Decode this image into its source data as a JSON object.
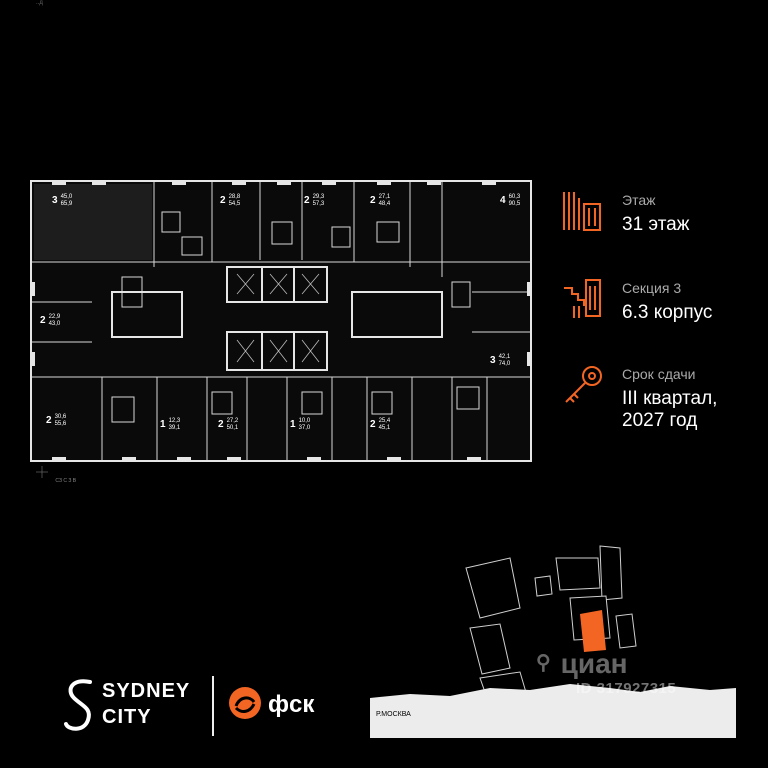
{
  "top_fragment": "..д",
  "plan": {
    "apartments": [
      {
        "rooms": "3",
        "living": "45,0",
        "total": "65,9"
      },
      {
        "rooms": "2",
        "living": "28,8",
        "total": "54,5"
      },
      {
        "rooms": "2",
        "living": "29,3",
        "total": "57,3"
      },
      {
        "rooms": "2",
        "living": "27,1",
        "total": "48,4"
      },
      {
        "rooms": "4",
        "living": "60,3",
        "total": "90,5"
      },
      {
        "rooms": "2",
        "living": "22,9",
        "total": "43,0"
      },
      {
        "rooms": "3",
        "living": "42,1",
        "total": "74,0"
      },
      {
        "rooms": "2",
        "living": "30,6",
        "total": "55,6"
      },
      {
        "rooms": "1",
        "living": "12,3",
        "total": "39,1"
      },
      {
        "rooms": "2",
        "living": "27,2",
        "total": "50,1"
      },
      {
        "rooms": "1",
        "living": "10,0",
        "total": "37,0"
      },
      {
        "rooms": "2",
        "living": "25,4",
        "total": "45,1"
      }
    ]
  },
  "info": {
    "floor": {
      "label": "Этаж",
      "value": "31 этаж"
    },
    "section": {
      "label": "Секция 3",
      "value": "6.3 корпус"
    },
    "deadline": {
      "label": "Срок сдачи",
      "value_line1": "III квартал,",
      "value_line2": "2027 год"
    }
  },
  "compass": {
    "labels": [
      "СЗ",
      "С",
      "З",
      "В"
    ]
  },
  "logos": {
    "sydney_line1": "SYDNEY",
    "sydney_line2": "CITY",
    "fsk": "фск"
  },
  "site_plan": {
    "river_label": "Р.МОСКВА"
  },
  "watermark": {
    "brand": "циан",
    "id": "ID 317927315"
  },
  "colors": {
    "accent": "#f26522",
    "background": "#000000",
    "line": "#e6e6e6"
  }
}
